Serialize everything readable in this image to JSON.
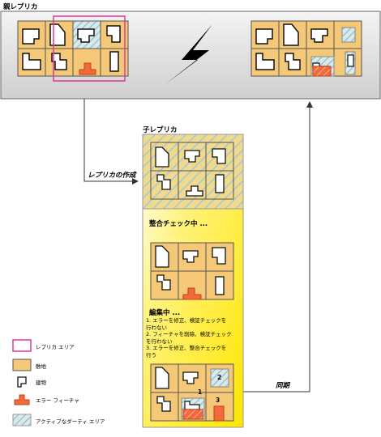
{
  "parent": {
    "title": "親レプリカ"
  },
  "child": {
    "title": "子レプリカ"
  },
  "arrows": {
    "create": "レプリカの作成",
    "sync": "同期"
  },
  "panel": {
    "integrity_title": "整合チェック中 ...",
    "editing_title": "編集中 ...",
    "steps": [
      "1. エラーを修正、検証チェックを",
      "    行わない",
      "2. フィーチャを削除、検証チェック",
      "    を行わない",
      "3. エラーを修正、整合チェックを",
      "    行う"
    ],
    "step_numbers": [
      "1",
      "2",
      "3"
    ]
  },
  "legend": {
    "items": [
      {
        "label": "レプリカ エリア",
        "icon": "replica-area-swatch"
      },
      {
        "label": "敷地",
        "icon": "parcel-swatch"
      },
      {
        "label": "建物",
        "icon": "building-swatch"
      },
      {
        "label": "エラー フィーチャ",
        "icon": "error-feature-swatch"
      },
      {
        "label": "アクティブなダーティ エリア",
        "icon": "dirty-area-swatch"
      }
    ]
  },
  "colors": {
    "parcel": "#f5c878",
    "replica_area": "#e0399a",
    "error": "#f26a3b",
    "dirty": "#a9cfe0",
    "panel_yellow": "#ffe600",
    "parent_bg": "#e6e6e6"
  }
}
